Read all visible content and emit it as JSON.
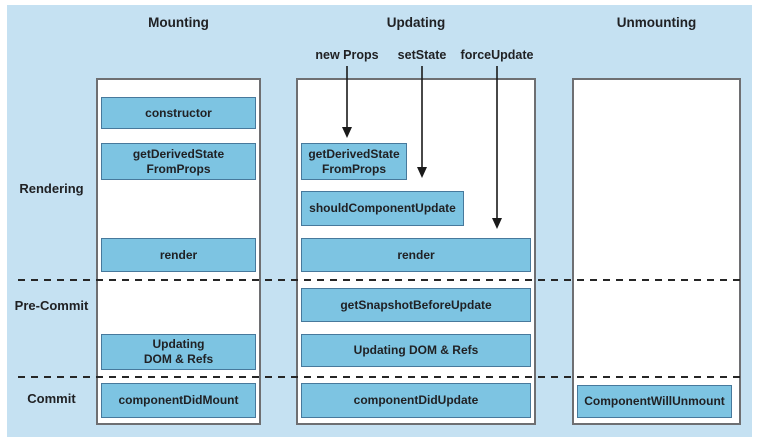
{
  "colors": {
    "background": "#c5e1f2",
    "box_fill": "#7dc4e2",
    "box_border": "#47799c",
    "panel_border": "#6e6f72",
    "dash": "#262626",
    "text": "#202124"
  },
  "columns": {
    "mounting": "Mounting",
    "updating": "Updating",
    "unmounting": "Unmounting"
  },
  "triggers": {
    "new_props": "new Props",
    "set_state": "setState",
    "force_update": "forceUpdate"
  },
  "rows": {
    "rendering": "Rendering",
    "pre_commit": "Pre-Commit",
    "commit": "Commit"
  },
  "lifecycle": {
    "mounting": {
      "constructor": "constructor",
      "get_derived_state": "getDerivedState\nFromProps",
      "render": "render",
      "updating_dom_refs": "Updating\nDOM & Refs",
      "component_did_mount": "componentDidMount"
    },
    "updating": {
      "get_derived_state": "getDerivedState\nFromProps",
      "should_component_update": "shouldComponentUpdate",
      "render": "render",
      "get_snapshot_before_update": "getSnapshotBeforeUpdate",
      "updating_dom_refs": "Updating DOM & Refs",
      "component_did_update": "componentDidUpdate"
    },
    "unmounting": {
      "component_will_unmount": "ComponentWillUnmount"
    }
  }
}
